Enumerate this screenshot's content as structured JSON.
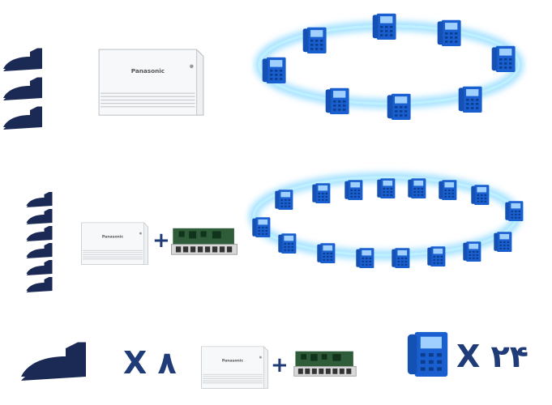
{
  "brand": "Panasonic",
  "colors": {
    "line_icon": "#1b2a55",
    "phone_blue": "#1a5fd0",
    "ring_glow": "#46c2ff",
    "label": "#1f3b78"
  },
  "rows": [
    {
      "lines": 3,
      "phones": 8,
      "has_card": false
    },
    {
      "lines": 6,
      "phones": 16,
      "has_card": true
    }
  ],
  "legend": {
    "plus_sign": "+",
    "line_count_text": "X ۸",
    "phone_count_text": "X ۲۴",
    "line_icon": "phone-line-plug-icon",
    "phone_icon": "ip-phone-icon"
  }
}
